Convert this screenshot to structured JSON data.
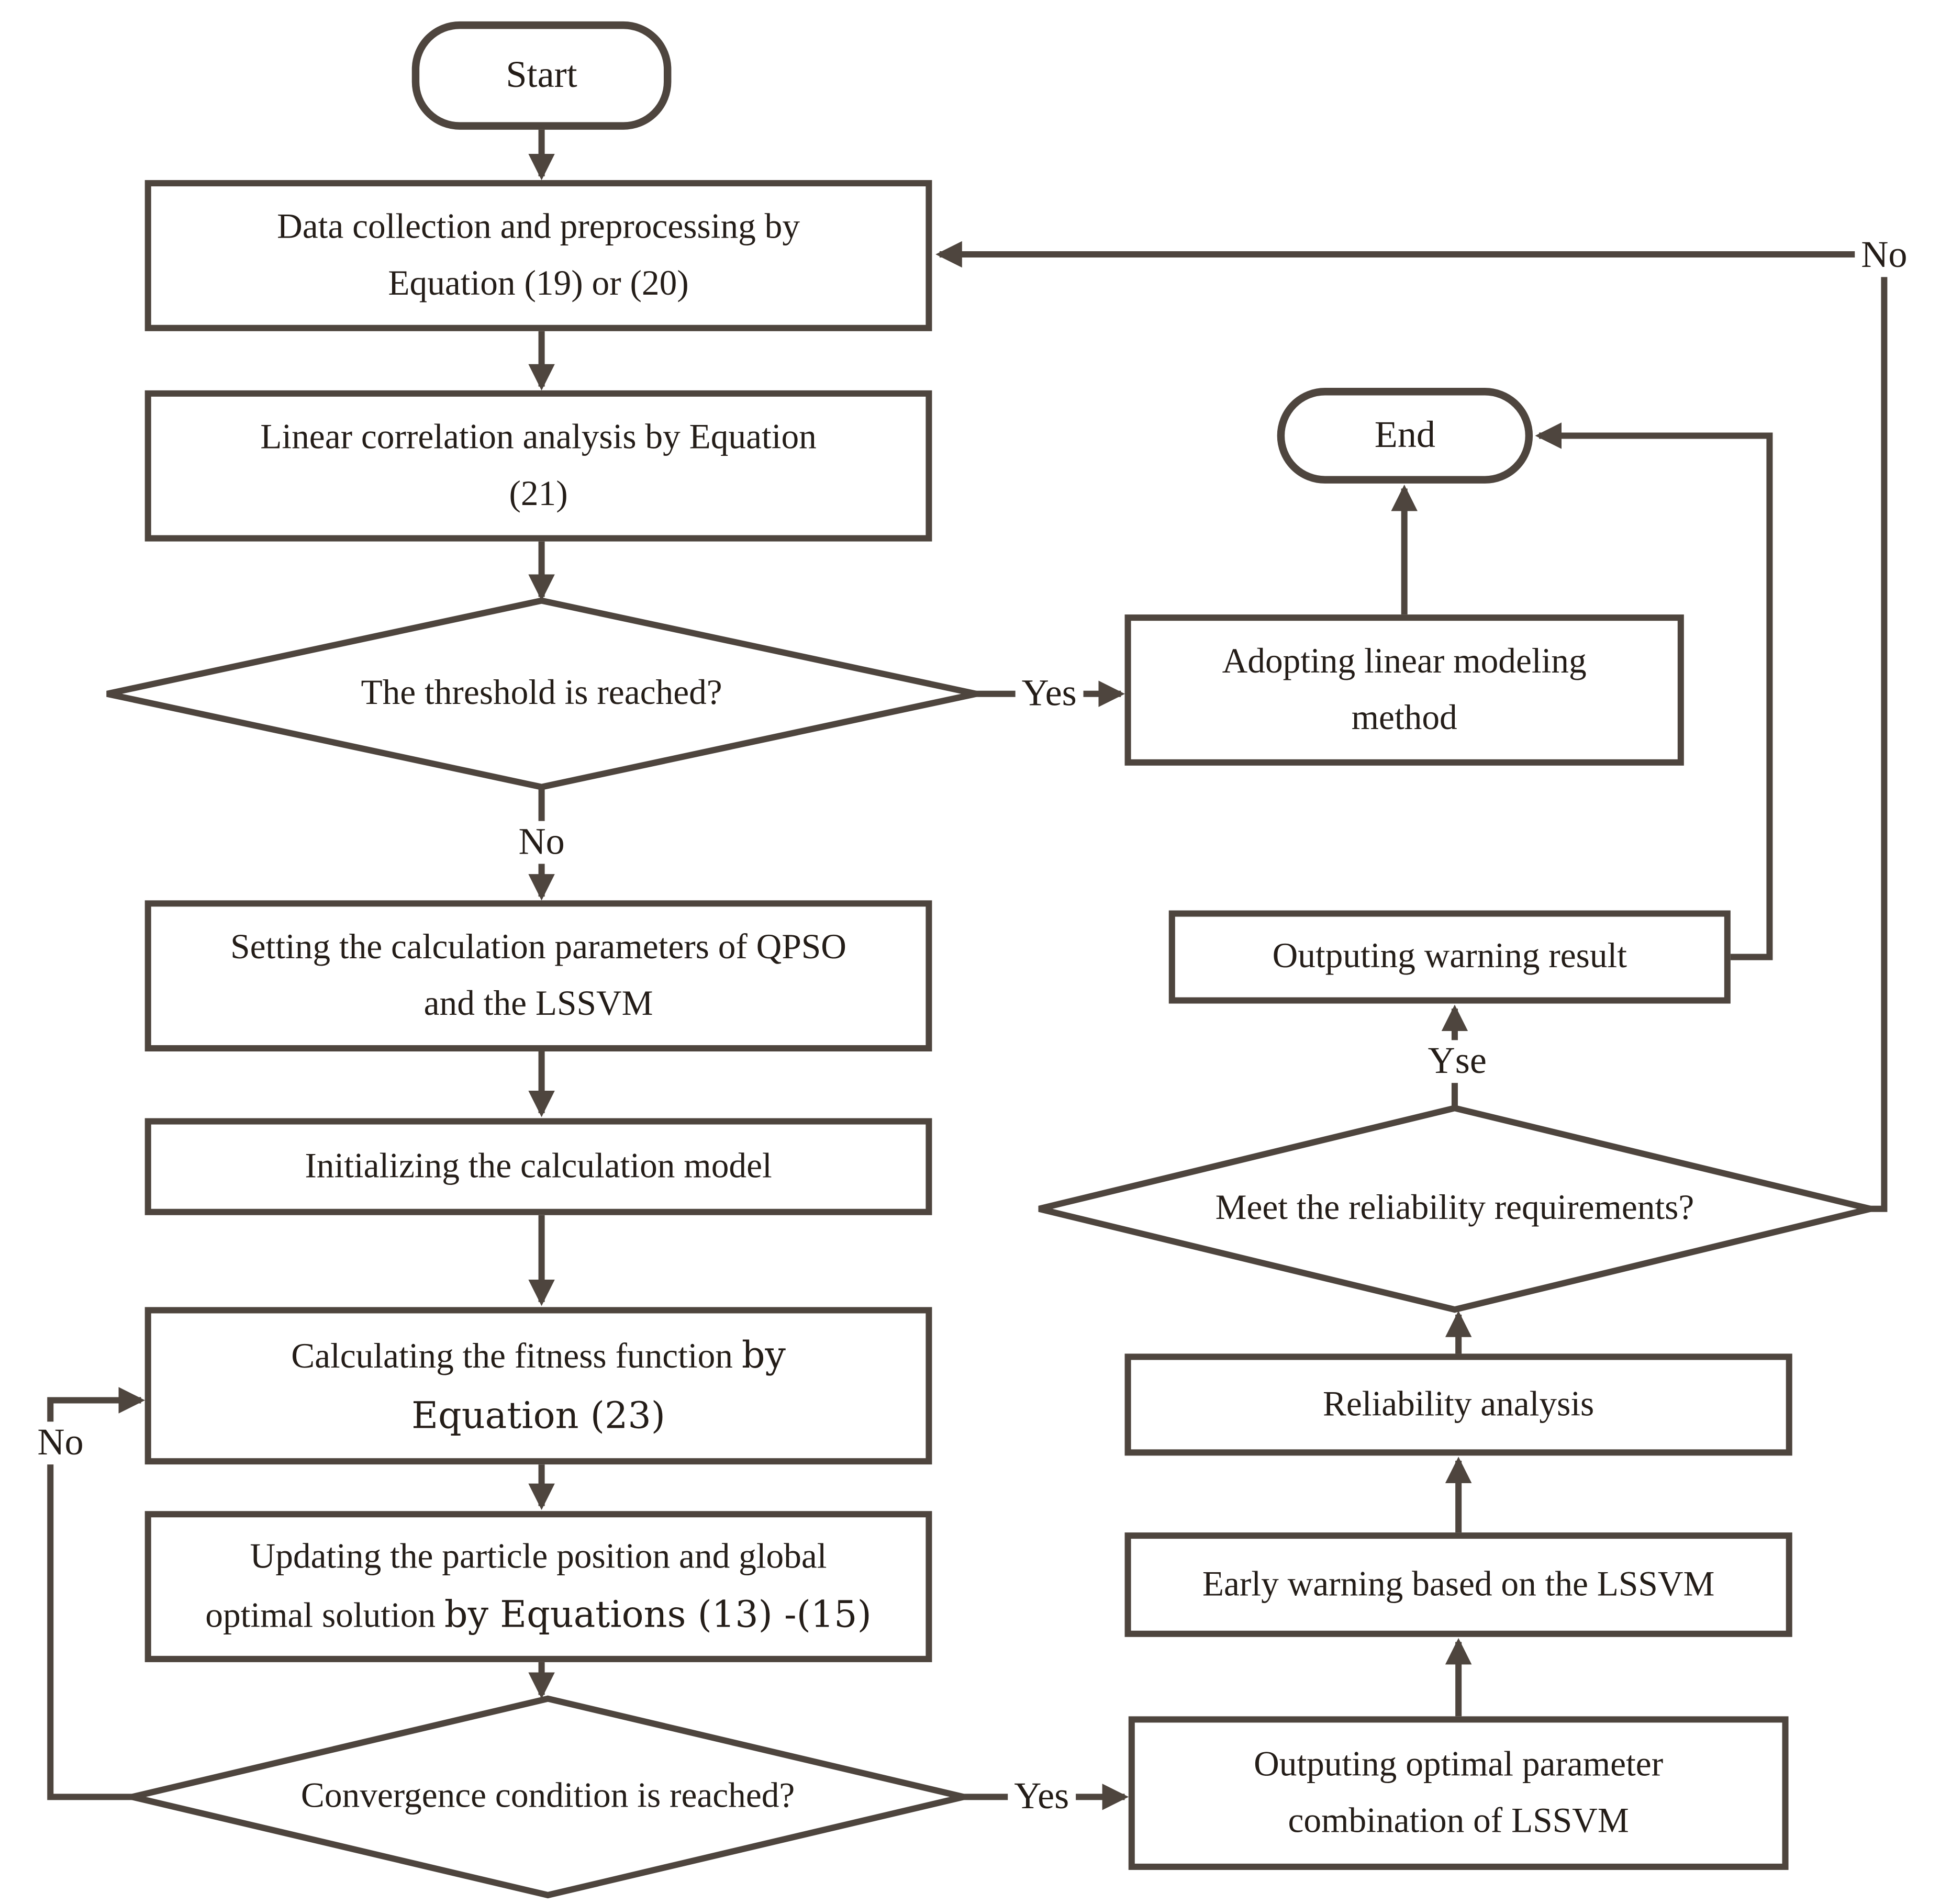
{
  "figure": {
    "background_color": "#ffffff",
    "line_color": "#4e453e",
    "text_color": "#241d18"
  },
  "nodes": {
    "start": {
      "type": "terminator",
      "label": "Start"
    },
    "data_collection": {
      "type": "process",
      "line1": "Data collection and preprocessing by",
      "line2": "Equation (19) or (20)"
    },
    "linear_correlation": {
      "type": "process",
      "line1": "Linear correlation analysis by Equation",
      "line2": "(21)"
    },
    "threshold_decision": {
      "type": "decision",
      "label": "The threshold is reached?"
    },
    "adopting_linear": {
      "type": "process",
      "line1": "Adopting linear modeling",
      "line2": "method"
    },
    "end": {
      "type": "terminator",
      "label": "End"
    },
    "setting_parameters": {
      "type": "process",
      "line1": "Setting the calculation parameters of QPSO",
      "line2": "and the LSSVM"
    },
    "initializing_model": {
      "type": "process",
      "label": "Initializing the calculation model"
    },
    "calculating_fitness": {
      "type": "process",
      "line1_main": "Calculating the fitness function ",
      "line1_alt": "by",
      "line2_alt": "Equation (23)"
    },
    "updating_particle": {
      "type": "process",
      "line1": "Updating the particle position and global",
      "line2_main": "optimal solution ",
      "line2_alt": "by Equations (13) -(15)"
    },
    "convergence_decision": {
      "type": "decision",
      "label": "Convergence condition is reached?"
    },
    "output_optimal": {
      "type": "process",
      "line1": "Outputing optimal parameter",
      "line2": "combination of  LSSVM"
    },
    "early_warning": {
      "type": "process",
      "label": "Early warning based on the LSSVM"
    },
    "reliability_analysis": {
      "type": "process",
      "label": "Reliability analysis"
    },
    "reliability_decision": {
      "type": "decision",
      "label": "Meet the reliability requirements?"
    },
    "output_warning": {
      "type": "process",
      "label": "Outputing warning result"
    }
  },
  "edge_labels": {
    "threshold_yes": "Yes",
    "threshold_no": "No",
    "convergence_yes": "Yes",
    "convergence_no": "No",
    "reliability_yes": "Yse",
    "reliability_no": "No"
  }
}
